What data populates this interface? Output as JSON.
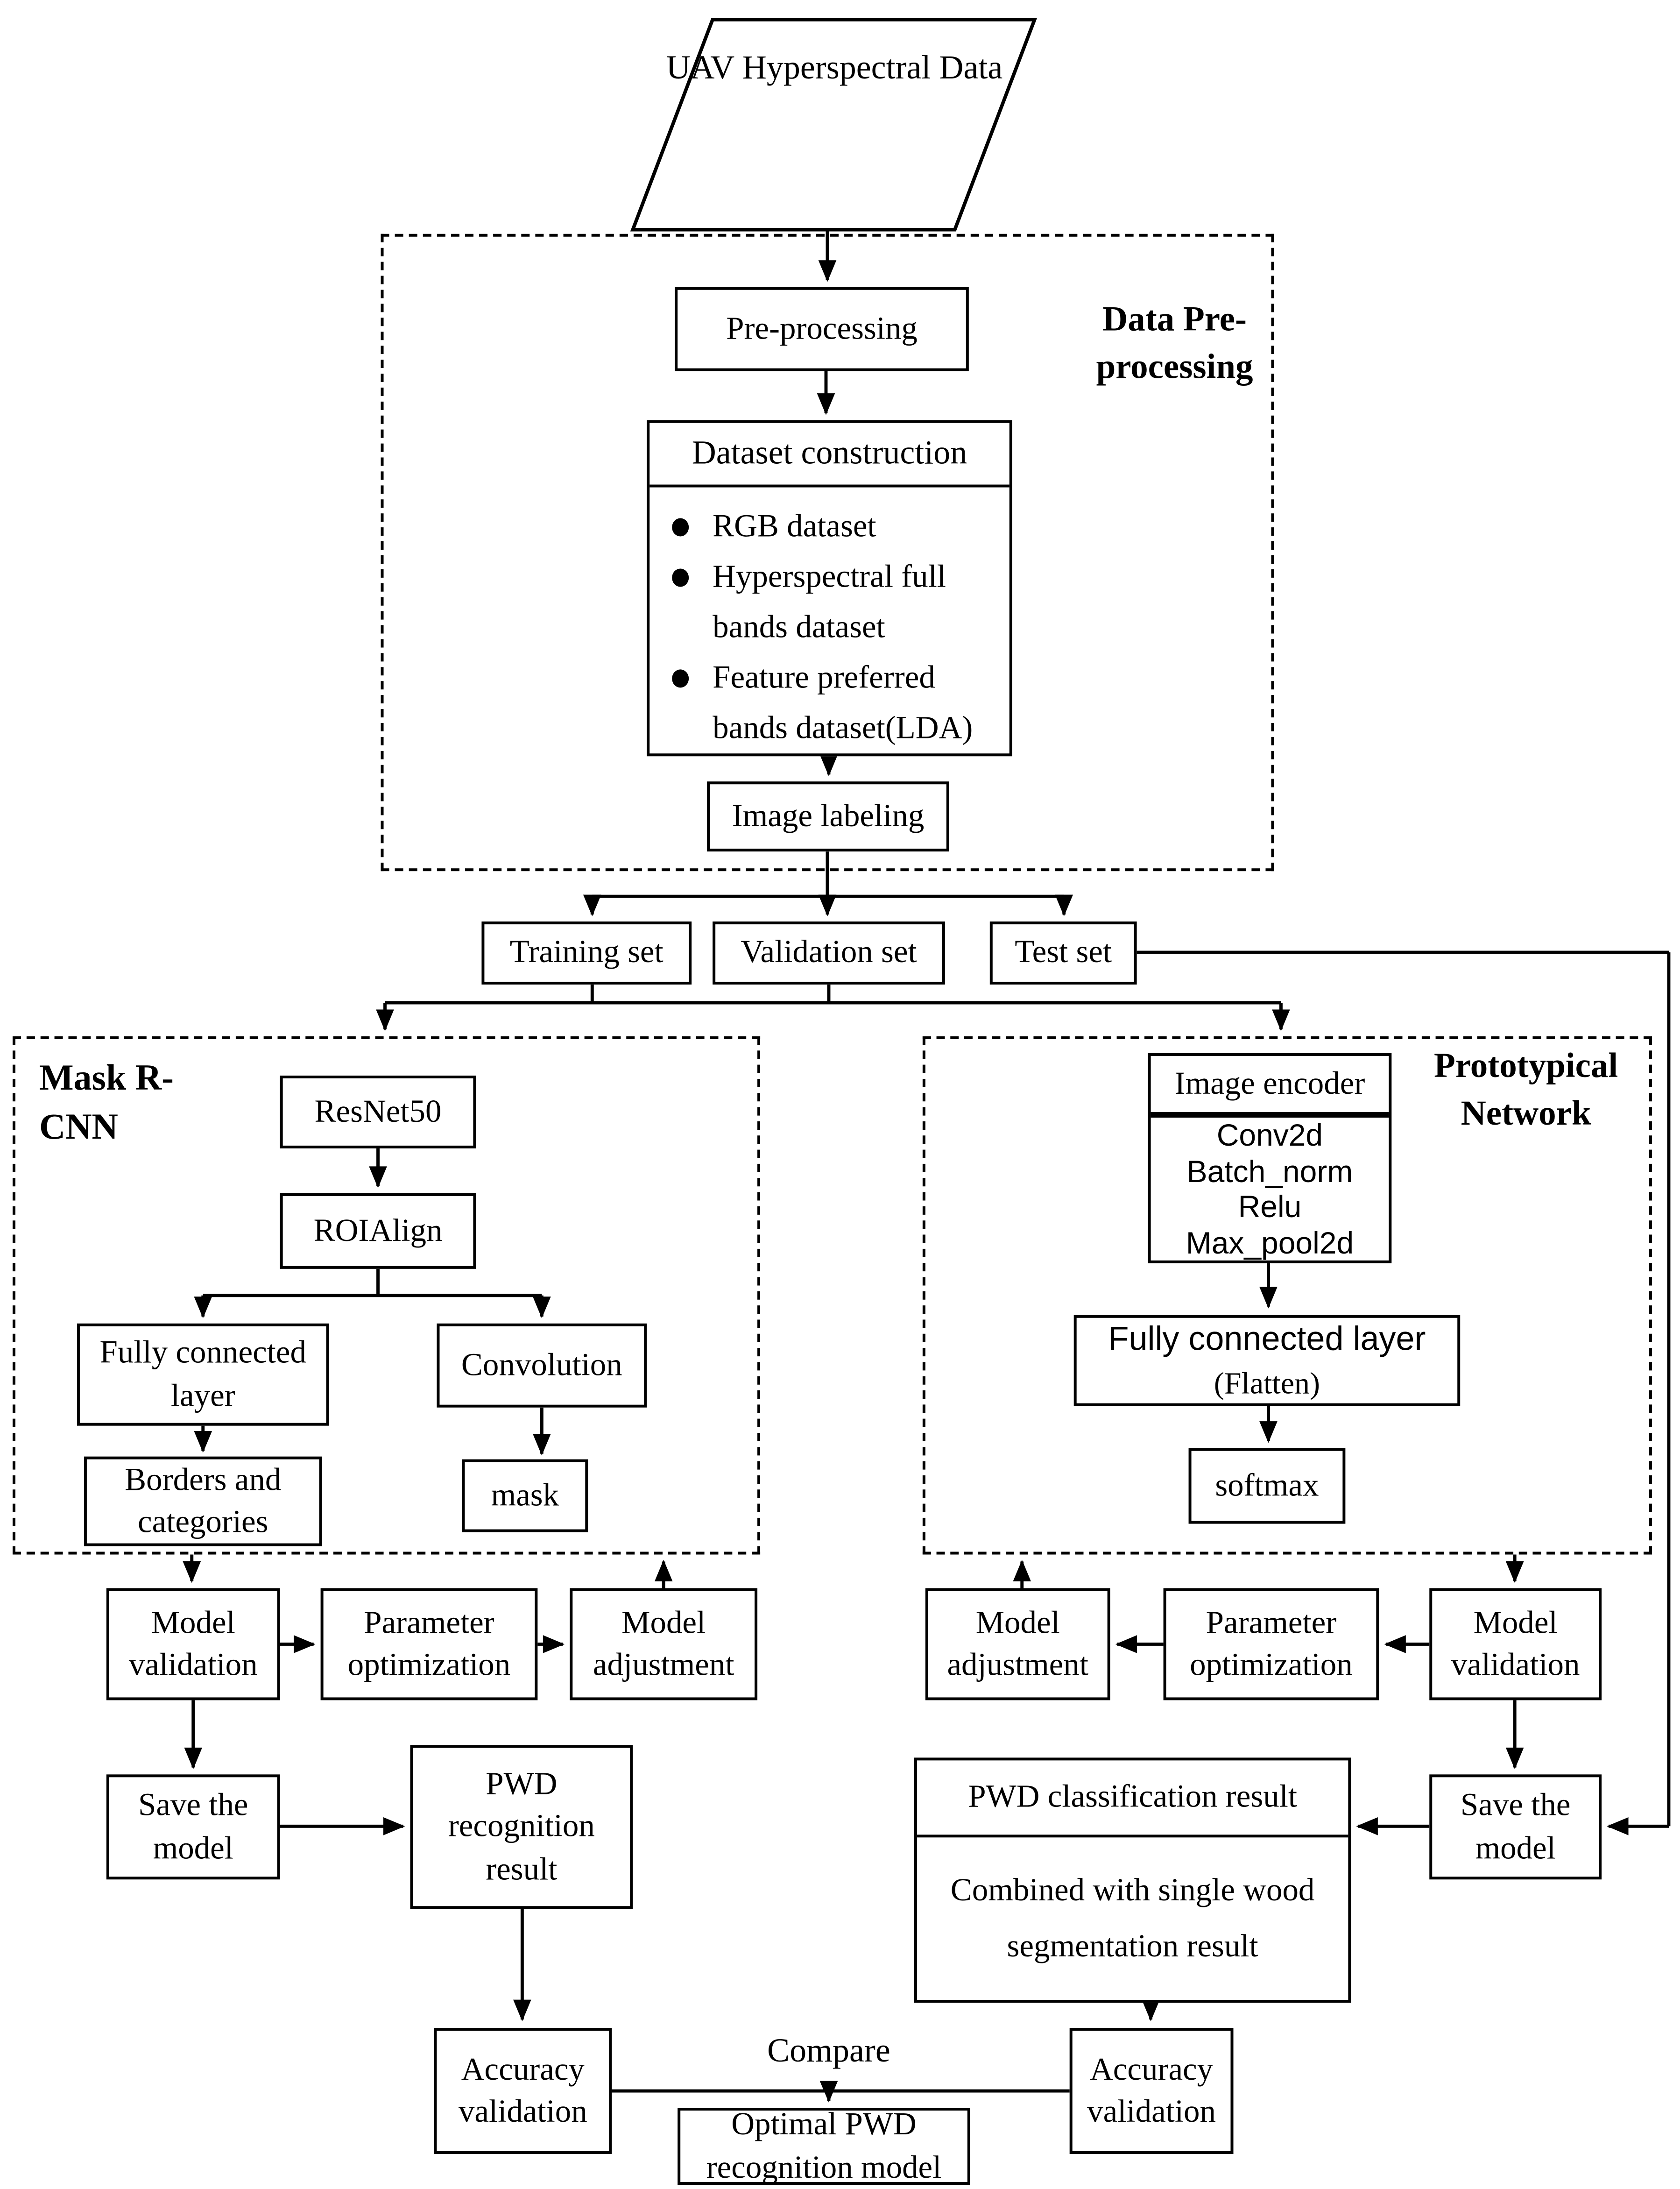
{
  "flowchart": {
    "source": {
      "line1": "UAV",
      "line2": "Hyperspectral",
      "line3": "Data"
    },
    "data_preprocessing": {
      "section_label_line1": "Data",
      "section_label_line2": "Pre-processing",
      "preprocessing": "Pre-processing",
      "dataset_construction_title": "Dataset construction",
      "bullet1": "RGB dataset",
      "bullet2_line1": "Hyperspectral full",
      "bullet2_line2": "bands dataset",
      "bullet3_line1": "Feature preferred",
      "bullet3_line2": "bands dataset(LDA)",
      "image_labeling": "Image labeling"
    },
    "sets": {
      "training": "Training set",
      "validation": "Validation set",
      "test": "Test set"
    },
    "mask_rcnn": {
      "section_label": "Mask R-CNN",
      "resnet50": "ResNet50",
      "roialign": "ROIAlign",
      "fully_connected_line1": "Fully connected",
      "fully_connected_line2": "layer",
      "convolution": "Convolution",
      "borders_line1": "Borders and",
      "borders_line2": "categories",
      "mask": "mask"
    },
    "prototypical_network": {
      "section_label_line1": "Prototypical",
      "section_label_line2": "Network",
      "image_encoder_title": "Image encoder",
      "layer1": "Conv2d",
      "layer2": "Batch_norm",
      "layer3": "Relu",
      "layer4": "Max_pool2d",
      "fully_connected": "Fully connected layer",
      "flatten": "(Flatten)",
      "softmax": "softmax"
    },
    "mask_branch": {
      "model_validation_line1": "Model",
      "model_validation_line2": "validation",
      "parameter_optimization_line1": "Parameter",
      "parameter_optimization_line2": "optimization",
      "model_adjustment_line1": "Model",
      "model_adjustment_line2": "adjustment",
      "save_model_line1": "Save the",
      "save_model_line2": "model",
      "pwd_recognition_line1": "PWD",
      "pwd_recognition_line2": "recognition",
      "pwd_recognition_line3": "result",
      "accuracy_validation_line1": "Accuracy",
      "accuracy_validation_line2": "validation"
    },
    "proto_branch": {
      "model_adjustment_line1": "Model",
      "model_adjustment_line2": "adjustment",
      "parameter_optimization_line1": "Parameter",
      "parameter_optimization_line2": "optimization",
      "model_validation_line1": "Model",
      "model_validation_line2": "validation",
      "save_model_line1": "Save the",
      "save_model_line2": "model",
      "pwd_classification_title": "PWD classification result",
      "combined_line1": "Combined with single wood",
      "combined_line2": "segmentation result",
      "accuracy_validation_line1": "Accuracy",
      "accuracy_validation_line2": "validation"
    },
    "compare": "Compare",
    "optimal_line1": "Optimal PWD",
    "optimal_line2": "recognition model"
  }
}
